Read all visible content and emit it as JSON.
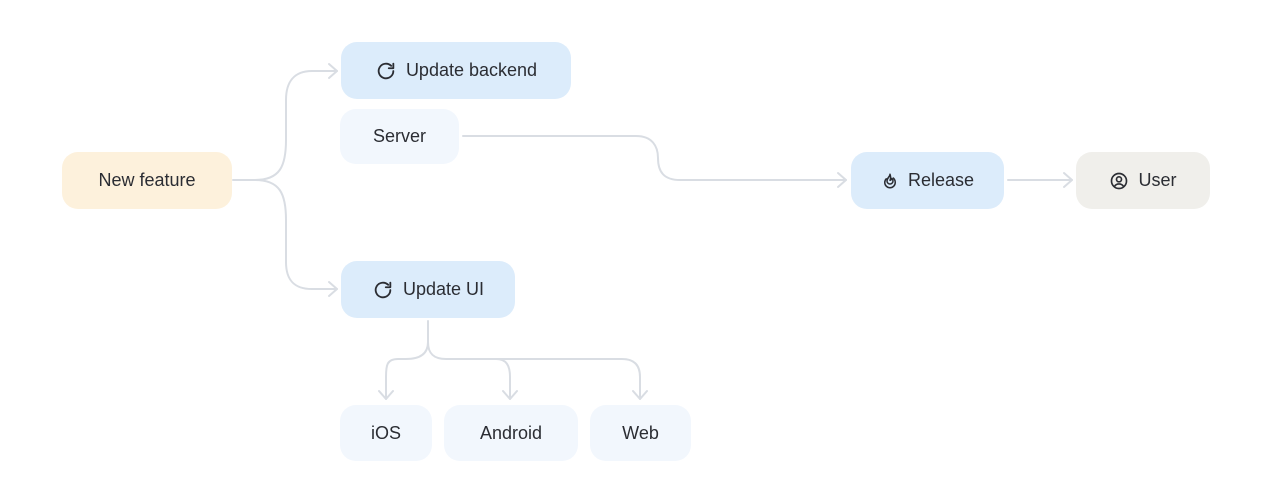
{
  "diagram": {
    "nodes": {
      "new_feature": {
        "label": "New feature"
      },
      "update_backend": {
        "label": "Update backend",
        "icon": "refresh-icon"
      },
      "server": {
        "label": "Server"
      },
      "update_ui": {
        "label": "Update UI",
        "icon": "refresh-icon"
      },
      "release": {
        "label": "Release",
        "icon": "flame-icon"
      },
      "user": {
        "label": "User",
        "icon": "user-circle-icon"
      },
      "ios": {
        "label": "iOS"
      },
      "android": {
        "label": "Android"
      },
      "web": {
        "label": "Web"
      }
    },
    "edges": [
      {
        "from": "New feature",
        "to": "Update backend"
      },
      {
        "from": "New feature",
        "to": "Update UI"
      },
      {
        "from": "Server",
        "to": "Release"
      },
      {
        "from": "Release",
        "to": "User"
      },
      {
        "from": "Update UI",
        "to": "iOS"
      },
      {
        "from": "Update UI",
        "to": "Android"
      },
      {
        "from": "Update UI",
        "to": "Web"
      }
    ],
    "colors": {
      "new_feature_fill": "#fdf1dc",
      "primary_fill": "#dcecfb",
      "secondary_fill": "#f2f7fd",
      "user_fill": "#f0efeb",
      "connector": "#d9dde3",
      "text": "#2b2d33"
    }
  }
}
